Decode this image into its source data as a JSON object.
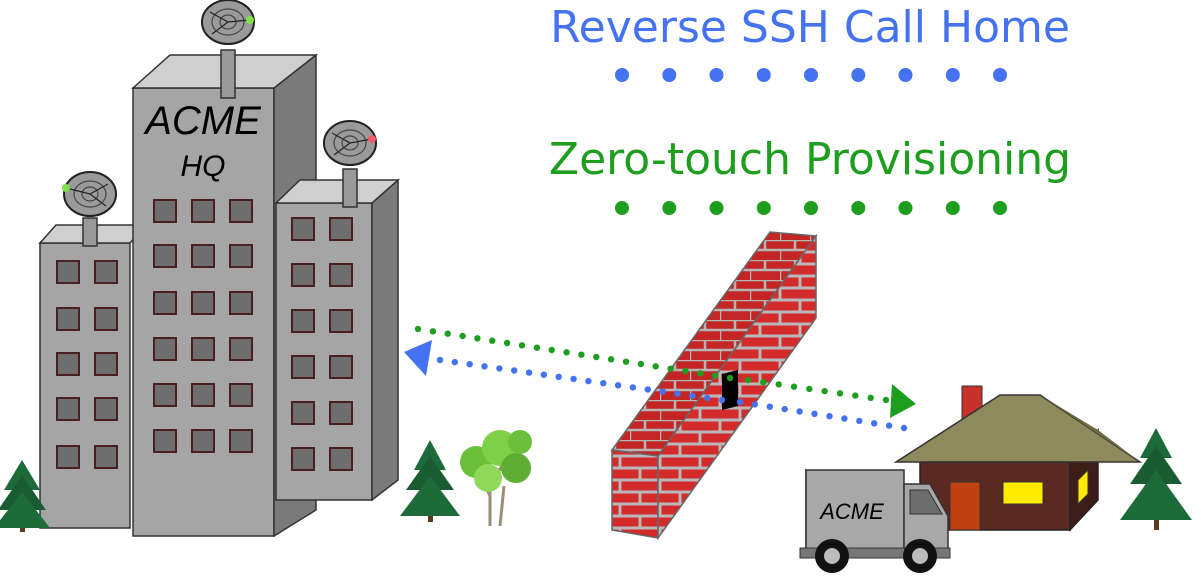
{
  "labels": {
    "reverse_ssh": "Reverse SSH Call Home",
    "zero_touch": "Zero-touch Provisioning",
    "hq_name": "ACME",
    "hq_sub": "HQ",
    "truck_brand": "ACME"
  },
  "colors": {
    "ssh": "#4472f0",
    "ztp": "#1e9e1e",
    "building": "#a5a5a5",
    "brick": "#d42a2a",
    "house": "#5a2a22",
    "roof": "#8e8a5c"
  },
  "icons": [
    "satellite-dish-icon",
    "tree-icon",
    "firewall-icon",
    "truck-icon",
    "house-icon",
    "arrow-icon"
  ]
}
